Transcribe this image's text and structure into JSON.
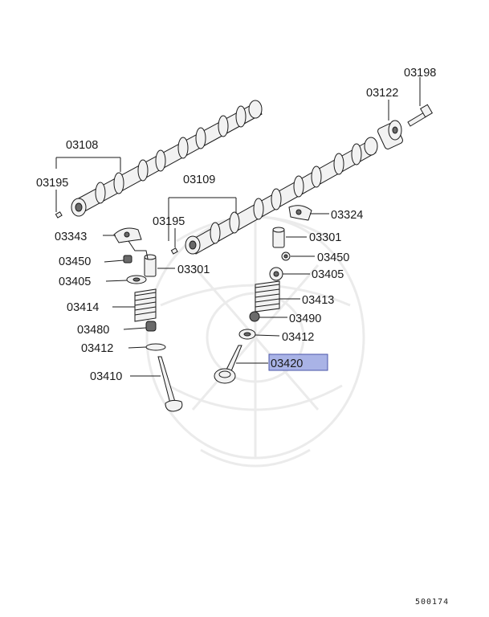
{
  "labels": {
    "c03198": "03198",
    "c03122": "03122",
    "c03108": "03108",
    "c03195a": "03195",
    "c03109": "03109",
    "c03195b": "03195",
    "c03324": "03324",
    "c03343": "03343",
    "c03301a": "03301",
    "c03301b": "03301",
    "c03450a": "03450",
    "c03450b": "03450",
    "c03405a": "03405",
    "c03405b": "03405",
    "c03414": "03414",
    "c03413": "03413",
    "c03480": "03480",
    "c03490": "03490",
    "c03412a": "03412",
    "c03412b": "03412",
    "c03410": "03410",
    "c03420": "03420"
  },
  "highlighted": "03420",
  "highlight_color": "#a9b3e6",
  "footer_code": "500174"
}
